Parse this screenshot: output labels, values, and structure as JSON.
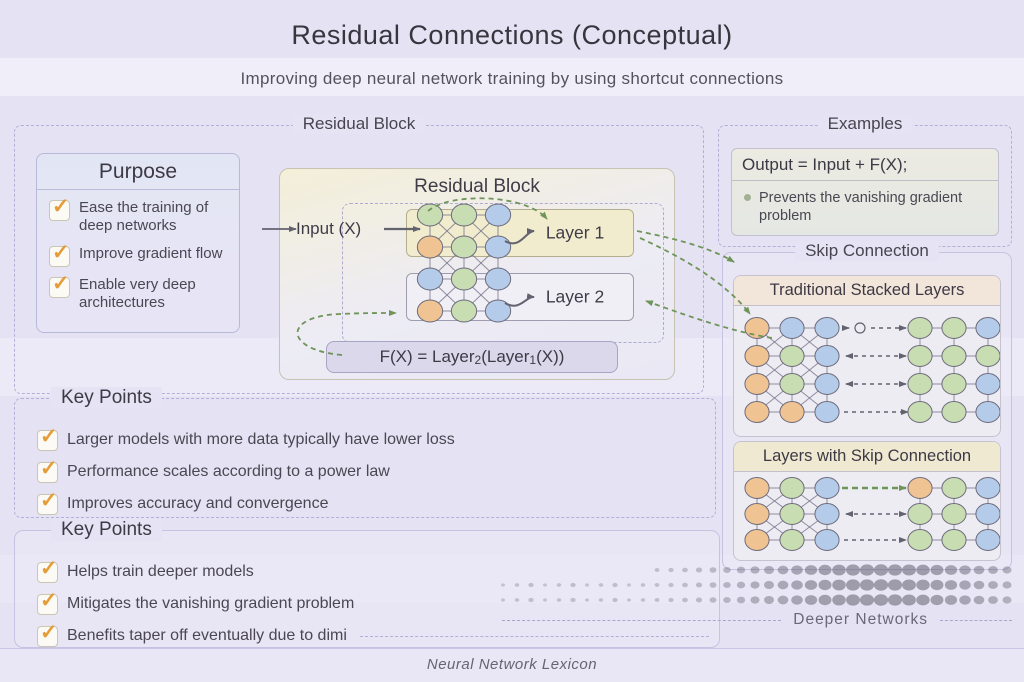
{
  "header": {
    "title": "Residual Connections (Conceptual)",
    "subtitle": "Improving deep neural network training by using shortcut connections"
  },
  "residual_section": {
    "label": "Residual Block",
    "purpose": {
      "title": "Purpose",
      "items": [
        "Ease the training of deep networks",
        "Improve gradient flow",
        "Enable very deep architectures"
      ]
    },
    "inner": {
      "title": "Residual Block",
      "input_label": "Input (X)",
      "layer1": "Layer 1",
      "layer2": "Layer 2",
      "formula": {
        "p1": "F(X) = Layer",
        "sub2": "2",
        "p2": "(Layer ",
        "sub1": "1",
        "p3": "(X))"
      }
    }
  },
  "examples": {
    "label": "Examples",
    "code": "Output = Input + F(X);",
    "bullet": "Prevents the vanishing gradient problem"
  },
  "skip_section": {
    "label": "Skip Connection",
    "traditional_title": "Traditional Stacked Layers",
    "skip_title": "Layers with Skip Connection"
  },
  "key_points_1": {
    "title": "Key Points",
    "items": [
      "Larger models with more data typically have lower loss",
      "Performance scales according to a power law",
      "Improves accuracy and convergence"
    ]
  },
  "key_points_2": {
    "title": "Key Points",
    "items": [
      "Helps train deeper models",
      "Mitigates the vanishing gradient problem",
      "Benefits taper off eventually due to dimi"
    ]
  },
  "deeper_networks_label": "Deeper Networks",
  "footer": "Neural Network Lexicon",
  "colors": {
    "node_green": "#c9ddb2",
    "node_blue": "#b4cbe9",
    "node_orange": "#efc392",
    "node_stroke": "#6d6b7c",
    "edge": "#75738a",
    "check_orange": "#e49c39",
    "arrow_green": "#6f9459",
    "arrow_gray": "#63626f"
  },
  "diagrams": {
    "center_network": {
      "diagonals": true,
      "rows": [
        [
          "green",
          "green",
          "blue"
        ],
        [
          "orange",
          "green",
          "blue"
        ],
        [
          "blue",
          "green",
          "blue"
        ],
        [
          "orange",
          "green",
          "blue"
        ]
      ]
    },
    "traditional_left": {
      "diagonals": true,
      "rows": [
        [
          "orange",
          "blue",
          "blue"
        ],
        [
          "orange",
          "green",
          "blue"
        ],
        [
          "orange",
          "green",
          "blue"
        ],
        [
          "orange",
          "orange",
          "blue"
        ]
      ]
    },
    "traditional_right": {
      "diagonals": false,
      "rows": [
        [
          "green",
          "green",
          "blue"
        ],
        [
          "green",
          "green",
          "green"
        ],
        [
          "green",
          "green",
          "blue"
        ],
        [
          "green",
          "green",
          "blue"
        ]
      ]
    },
    "skip_left": {
      "diagonals": true,
      "rows": [
        [
          "orange",
          "green",
          "blue"
        ],
        [
          "orange",
          "green",
          "blue"
        ],
        [
          "orange",
          "green",
          "blue"
        ]
      ]
    },
    "skip_right": {
      "diagonals": false,
      "rows": [
        [
          "orange",
          "green",
          "blue"
        ],
        [
          "green",
          "green",
          "blue"
        ],
        [
          "green",
          "green",
          "blue"
        ]
      ]
    }
  }
}
